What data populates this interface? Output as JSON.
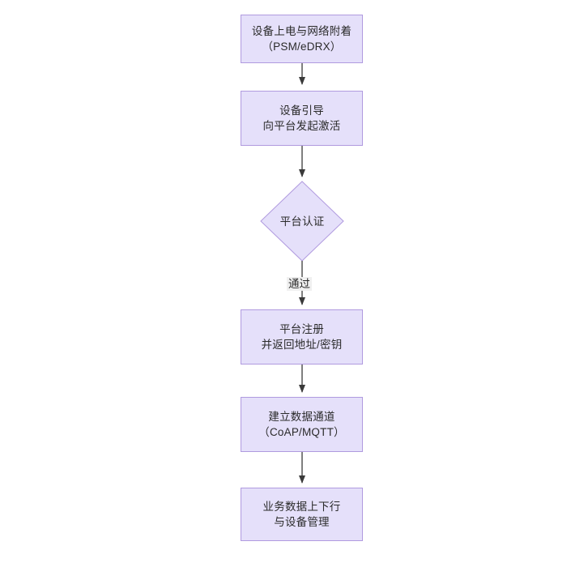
{
  "diagram": {
    "type": "flowchart",
    "orientation": "top-to-bottom",
    "background_color": "#ffffff",
    "node_fill_color": "#e5e0fa",
    "node_border_color": "#b09adf",
    "edge_color": "#3a3a3a",
    "text_color": "#2b2b2b",
    "nodes": [
      {
        "id": "n1",
        "shape": "rectangle",
        "line1": "设备上电与网络附着",
        "line2": "（PSM/eDRX）"
      },
      {
        "id": "n2",
        "shape": "rectangle",
        "line1": "设备引导",
        "line2": "向平台发起激活"
      },
      {
        "id": "n3",
        "shape": "diamond",
        "line1": "平台认证",
        "line2": ""
      },
      {
        "id": "n4",
        "shape": "rectangle",
        "line1": "平台注册",
        "line2": "并返回地址/密钥"
      },
      {
        "id": "n5",
        "shape": "rectangle",
        "line1": "建立数据通道",
        "line2": "（CoAP/MQTT）"
      },
      {
        "id": "n6",
        "shape": "rectangle",
        "line1": "业务数据上下行",
        "line2": "与设备管理"
      }
    ],
    "edges": [
      {
        "from": "n1",
        "to": "n2",
        "label": ""
      },
      {
        "from": "n2",
        "to": "n3",
        "label": ""
      },
      {
        "from": "n3",
        "to": "n4",
        "label": "通过"
      },
      {
        "from": "n4",
        "to": "n5",
        "label": ""
      },
      {
        "from": "n5",
        "to": "n6",
        "label": ""
      }
    ]
  }
}
